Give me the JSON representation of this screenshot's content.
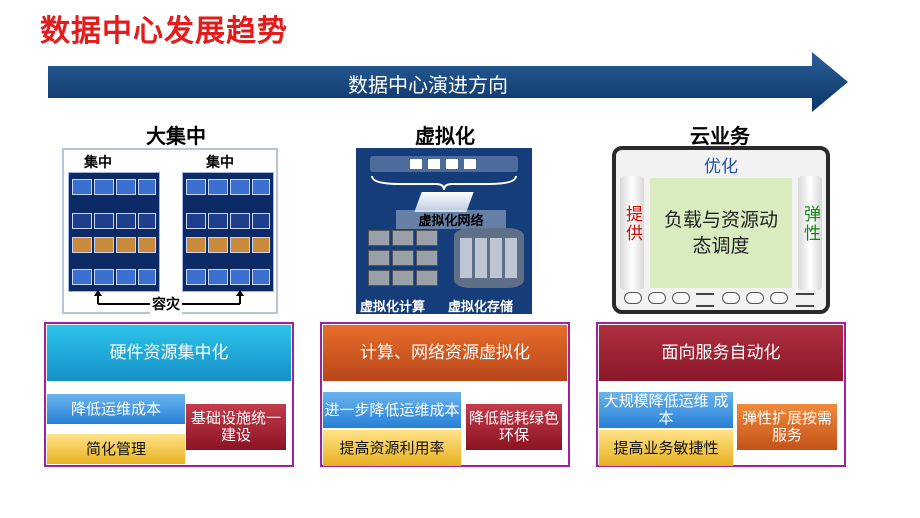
{
  "page": {
    "title": "数据中心发展趋势"
  },
  "banner": {
    "label": "数据中心演进方向"
  },
  "columns": [
    {
      "title": "大集中",
      "image": {
        "label_left": "集中",
        "label_right": "集中",
        "label_bottom": "容灾"
      },
      "header": "硬件资源集中化",
      "tags": [
        "降低运维成本",
        "基础设施统一建设",
        "简化管理"
      ]
    },
    {
      "title": "虚拟化",
      "image": {
        "network_label": "虚拟化网络",
        "compute_label": "虚拟化计算",
        "storage_label": "虚拟化存储"
      },
      "header": "计算、网络资源虚拟化",
      "tags": [
        "进一步降低运维成本",
        "降低能耗绿色环保",
        "提高资源利用率"
      ]
    },
    {
      "title": "云业务",
      "image": {
        "top_label": "优化",
        "left_label": "提供",
        "right_label": "弹性",
        "center_label": "负载与资源动态调度"
      },
      "header": "面向服务自动化",
      "tags": [
        "大规模降低运维 成本",
        "弹性扩展按需服务",
        "提高业务敏捷性"
      ]
    }
  ],
  "colors": {
    "title": "#e41b1b",
    "banner": "#0e3d74",
    "header_1": "#1aa7da",
    "header_2": "#d05a1e",
    "header_3": "#a52435",
    "frame_border": "#a020a0"
  }
}
